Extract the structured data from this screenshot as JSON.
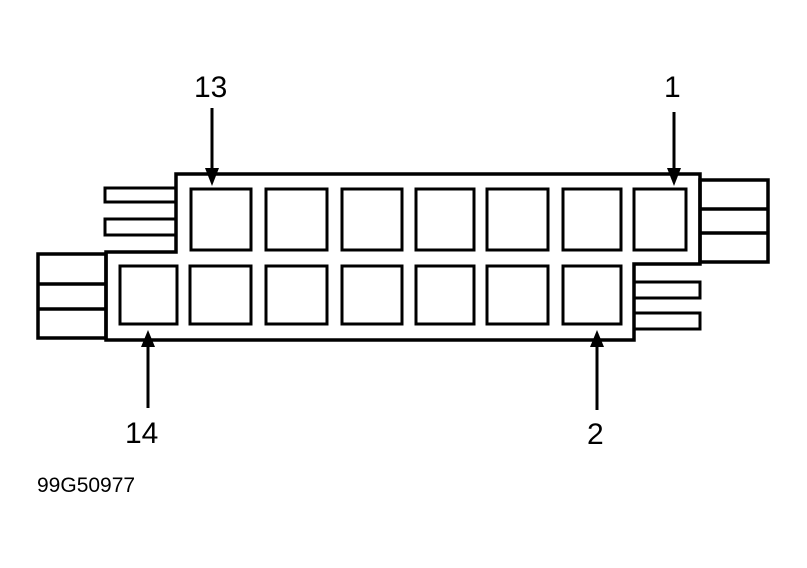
{
  "diagram": {
    "pin_labels": {
      "top_left": "13",
      "top_right": "1",
      "bottom_left": "14",
      "bottom_right": "2"
    },
    "figure_code": "99G50977",
    "colors": {
      "stroke": "#000000",
      "background": "#ffffff"
    }
  }
}
